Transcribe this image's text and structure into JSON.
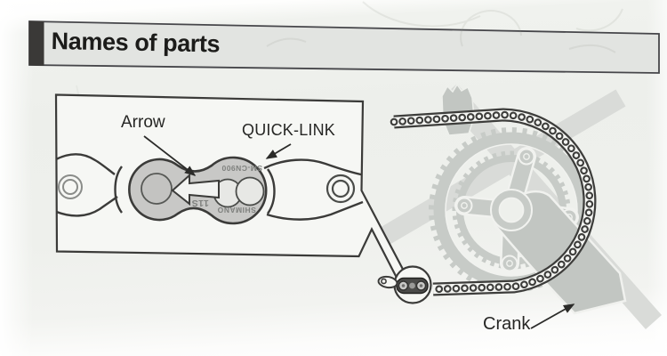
{
  "header": {
    "title": "Names of parts"
  },
  "inset": {
    "labels": [
      {
        "text": "Arrow"
      },
      {
        "text": "QUICK-LINK"
      }
    ],
    "link_markings": {
      "model": "SM-CN900",
      "speed": "11S",
      "brand": "SHIMANO"
    }
  },
  "main": {
    "labels": [
      {
        "text": "Crank"
      }
    ]
  },
  "icons": {
    "direction_arrow": "left-arrow printed on quick-link plate",
    "callout_pointers": "thin arrow lines from labels to parts",
    "magnifier": "circular zoom bubble on chain quick-link"
  },
  "colors": {
    "paper": "#eef0ec",
    "banner_fill": "#e2e4e1",
    "banner_block": "#3a3937",
    "ink": "#1c1c1a",
    "line": "#3b3b39",
    "quick_link_gray": "#c8c8c6",
    "crank_gray": "#c7cbc7",
    "frame_gray": "#d9dbd8",
    "marking_gray": "#7f817e"
  }
}
